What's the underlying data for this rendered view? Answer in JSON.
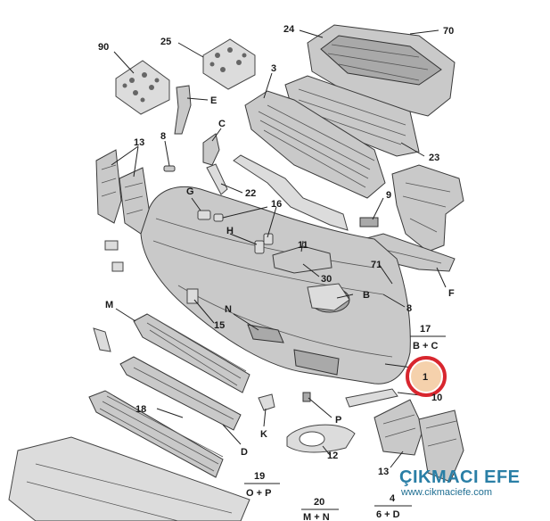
{
  "labels": {
    "p90": "90",
    "p25": "25",
    "p24": "24",
    "p70": "70",
    "p3": "3",
    "pE": "E",
    "pC": "C",
    "p8a": "8",
    "p13a": "13",
    "p23": "23",
    "pG": "G",
    "p22": "22",
    "p16": "16",
    "p9": "9",
    "pH": "H",
    "p11": "11",
    "p30": "30",
    "p71": "71",
    "pF": "F",
    "pB": "B",
    "p8b": "8",
    "pM": "M",
    "pN": "N",
    "p15": "15",
    "p17": "17",
    "p17sub": "B + C",
    "p1": "1",
    "p10": "10",
    "p18": "18",
    "pK": "K",
    "pP": "P",
    "pD": "D",
    "p12": "12",
    "p13b": "13",
    "p19": "19",
    "p19sub": "O + P",
    "p20": "20",
    "p20sub": "M + N",
    "p4": "4",
    "p4sub": "6 + D"
  },
  "highlight": {
    "part": "1",
    "ring_color": "#d8262e",
    "fill_color": "#f3c99e"
  },
  "watermark": {
    "title": "ÇIKMACI EFE",
    "url": "www.cikmaciefe.com",
    "color": "#2a7fa6"
  }
}
